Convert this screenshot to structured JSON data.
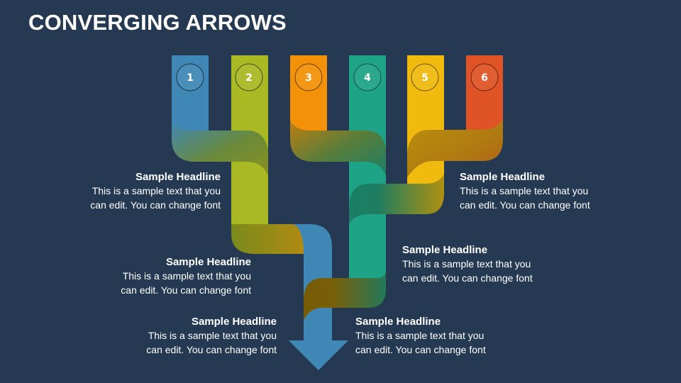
{
  "title": "CONVERGING ARROWS",
  "colors": {
    "background": "#253a52",
    "step1": "#3f88b5",
    "step2": "#a9b924",
    "step3": "#f39108",
    "step4": "#1fa386",
    "step5": "#f0ba0e",
    "step6": "#e05326",
    "text": "#ffffff"
  },
  "steps": [
    {
      "number": "1",
      "color": "#3f88b5"
    },
    {
      "number": "2",
      "color": "#a9b924"
    },
    {
      "number": "3",
      "color": "#f39108"
    },
    {
      "number": "4",
      "color": "#1fa386"
    },
    {
      "number": "5",
      "color": "#f0ba0e"
    },
    {
      "number": "6",
      "color": "#e05326"
    }
  ],
  "callouts": [
    {
      "headline": "Sample Headline",
      "line1": "This is a sample text that you",
      "line2": "can edit. You can change font"
    },
    {
      "headline": "Sample Headline",
      "line1": "This is a sample text that you",
      "line2": "can edit. You can change font"
    },
    {
      "headline": "Sample Headline",
      "line1": "This is a sample text that you",
      "line2": "can edit. You can change font"
    },
    {
      "headline": "Sample Headline",
      "line1": "This is a sample text that you",
      "line2": "can edit. You can change font"
    },
    {
      "headline": "Sample Headline",
      "line1": "This is a sample text that you",
      "line2": "can edit. You can change font"
    },
    {
      "headline": "Sample Headline",
      "line1": "This is a sample text that you",
      "line2": "can edit. You can change font"
    }
  ]
}
